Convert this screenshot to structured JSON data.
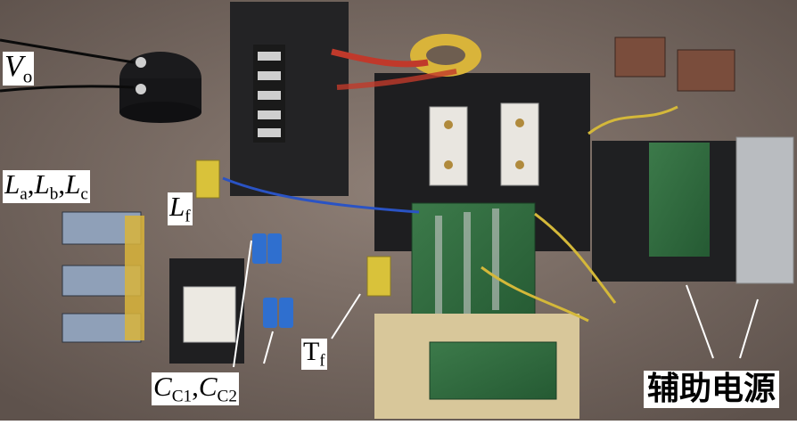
{
  "labels": {
    "vo": {
      "main": "V",
      "sub": "o"
    },
    "labc": [
      {
        "main": "L",
        "sub": "a",
        "sep": ","
      },
      {
        "main": "L",
        "sub": "b",
        "sep": ","
      },
      {
        "main": "L",
        "sub": "c",
        "sep": ""
      }
    ],
    "lf": {
      "main": "L",
      "sub": "f"
    },
    "tf": {
      "main": "T",
      "sub": "f"
    },
    "cc": [
      {
        "main": "C",
        "sub": "C1",
        "sep": ","
      },
      {
        "main": "C",
        "sub": "C2",
        "sep": ""
      }
    ],
    "aux": "辅助电源"
  }
}
